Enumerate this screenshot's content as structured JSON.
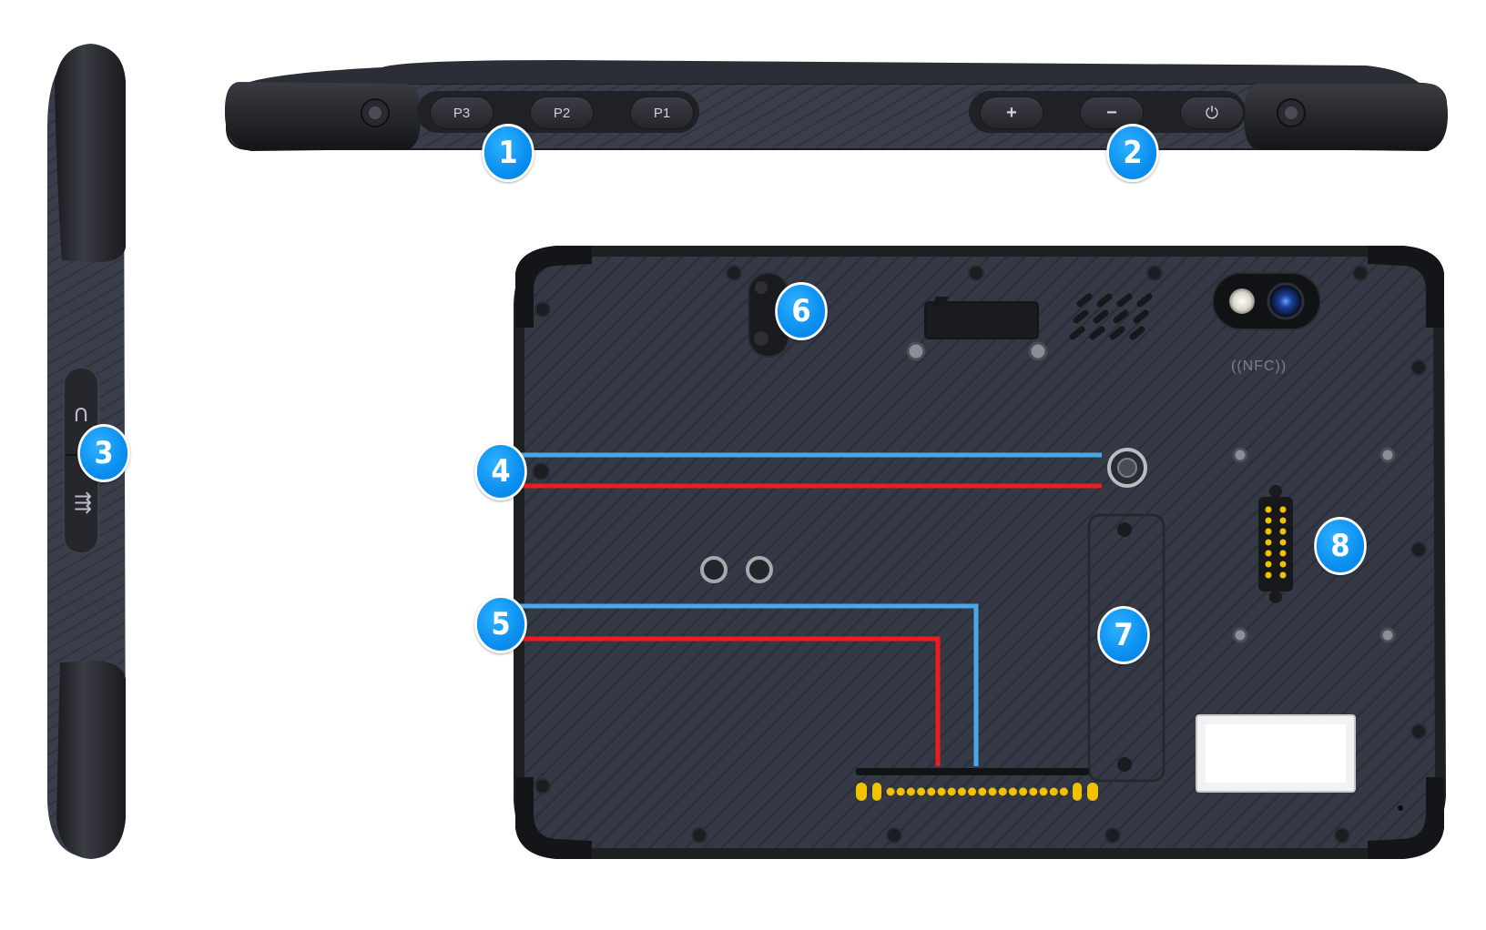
{
  "top_view": {
    "buttons": [
      {
        "id": "p3",
        "label": "P3"
      },
      {
        "id": "p2",
        "label": "P2"
      },
      {
        "id": "p1",
        "label": "P1"
      },
      {
        "id": "vol_up",
        "label": "+"
      },
      {
        "id": "vol_down",
        "label": "−"
      },
      {
        "id": "power",
        "label": "⏻"
      }
    ]
  },
  "side_view": {
    "icons": [
      "headphone-icon",
      "usb-icon"
    ]
  },
  "back_view": {
    "nfc_label": "((NFC))"
  },
  "callouts": [
    "1",
    "2",
    "3",
    "4",
    "5",
    "6",
    "7",
    "8"
  ],
  "colors": {
    "callout": "#0a8ff0",
    "line_blue": "#4aa8e8",
    "line_red": "#ee1c1c",
    "body": "#2f333d",
    "bumper": "#1f2024",
    "pins": "#f2c200"
  }
}
